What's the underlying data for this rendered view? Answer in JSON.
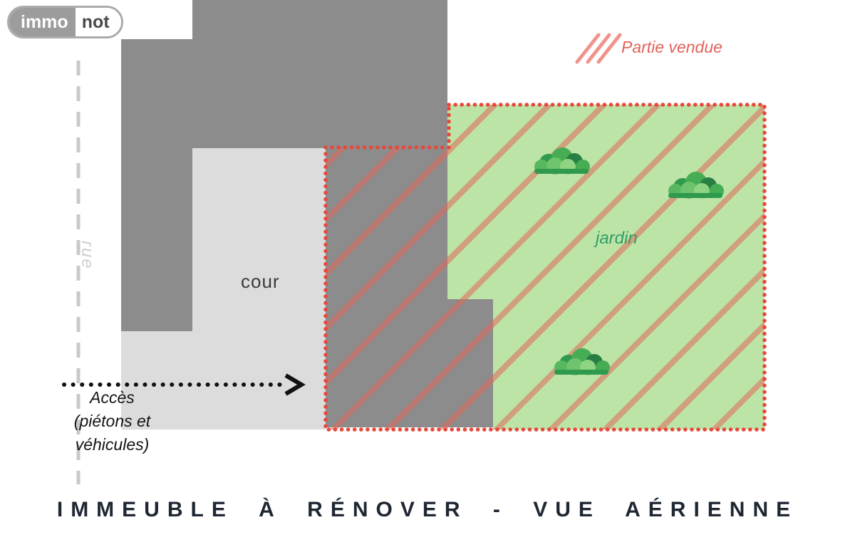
{
  "logo": {
    "immo": "immo",
    "not": "not"
  },
  "legend": {
    "label": "Partie vendue"
  },
  "map": {
    "street_label": "rue",
    "courtyard_label": "cour",
    "garden_label": "jardin",
    "access_line1": "Accès",
    "access_line2": "(piétons et",
    "access_line3": "véhicules)"
  },
  "title": "IMMEUBLE À RÉNOVER - VUE AÉRIENNE",
  "icons": {
    "legend_hatch_icon": "diagonal-hatch-lines",
    "access_arrow_icon": "dotted-arrow-right",
    "bush_icon": "garden-bush",
    "street_line": "dashed-street-line",
    "sold_border": "red-dotted-boundary"
  },
  "colors": {
    "building_gray": "#8c8c8c",
    "courtyard_gray": "#dcdcdc",
    "garden_green": "#bde4a7",
    "sold_border_red": "#e8473a",
    "hatch_red": "#e0685a",
    "legend_text_red": "#e2625c",
    "garden_label_green": "#2f9e68",
    "street_line_gray": "#c9c9c9",
    "access_black": "#141414",
    "title_navy": "#1f2733"
  }
}
